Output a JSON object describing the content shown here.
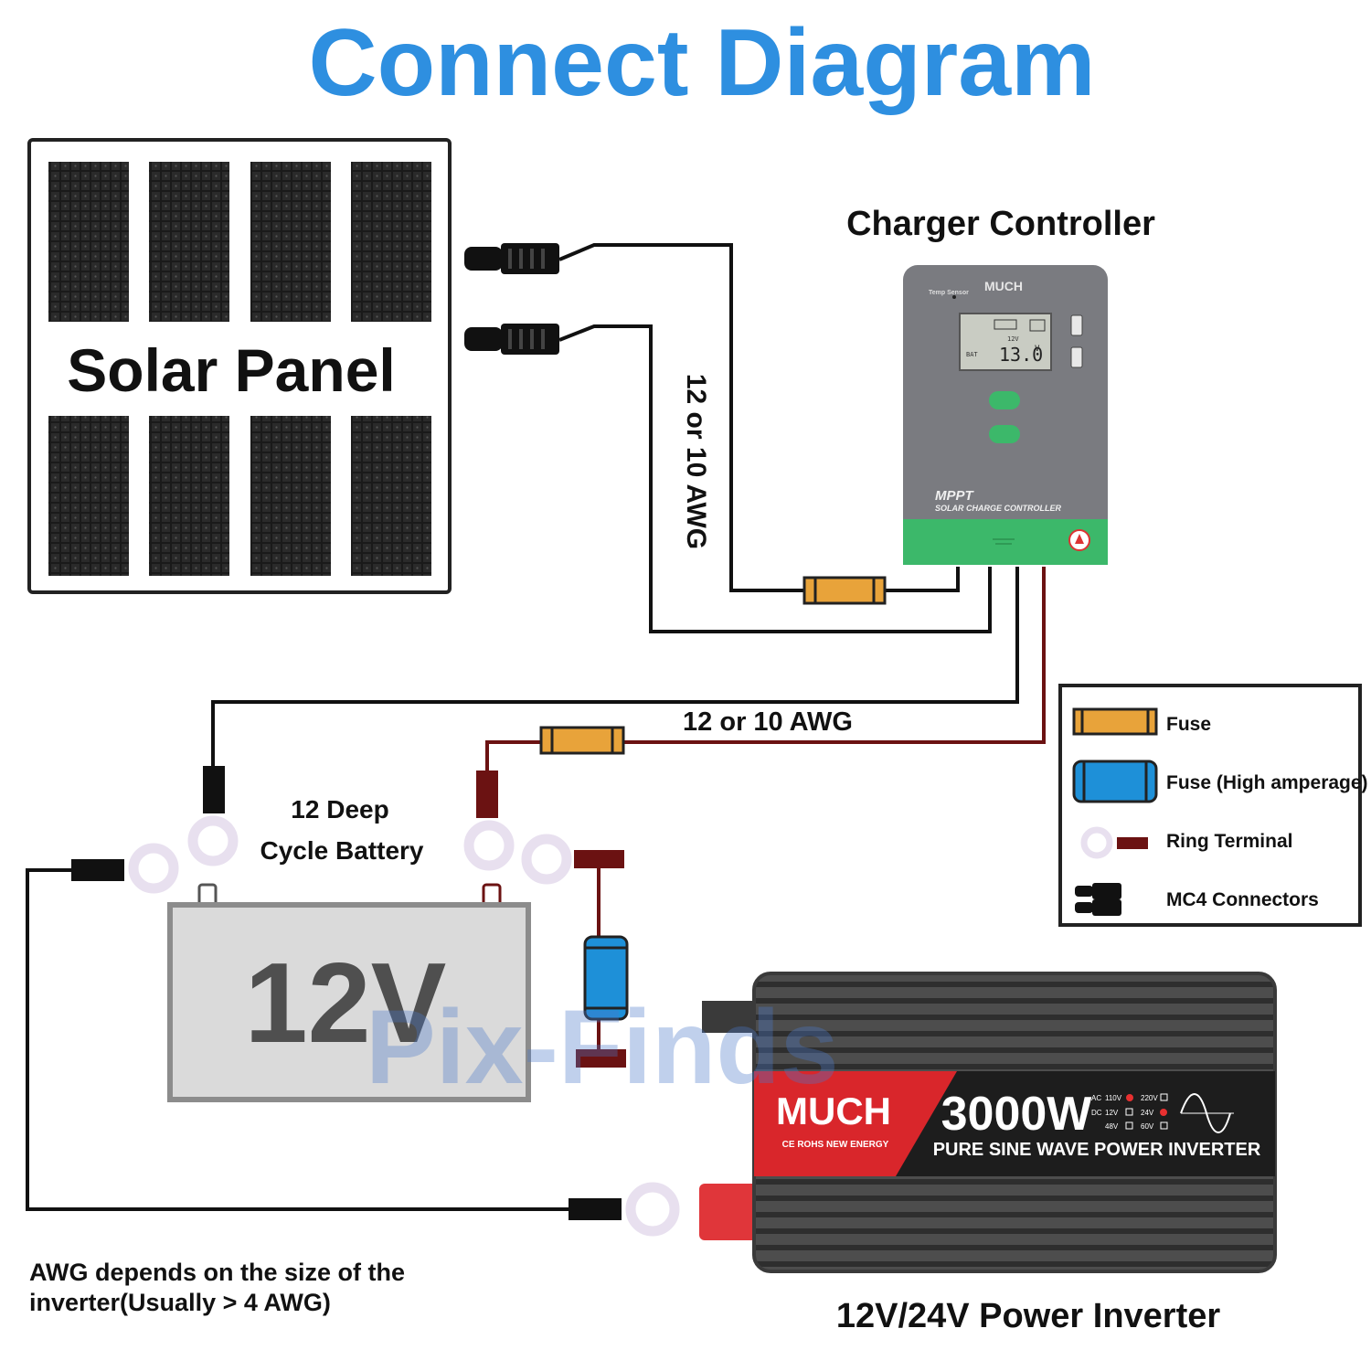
{
  "title": "Connect Diagram",
  "solar_panel": {
    "label": "Solar Panel"
  },
  "charger_controller": {
    "label": "Charger Controller",
    "brand": "MUCH",
    "temp_sensor": "Temp Sensor",
    "lcd_voltage": "13.0",
    "lcd_unit": "V",
    "lcd_batt_label": "BAT",
    "lcd_12v": "12V",
    "model": "MPPT",
    "model_sub": "SOLAR CHARGE CONTROLLER"
  },
  "wire_panel_label": "12 or 10 AWG",
  "wire_battery_label": "12 or 10 AWG",
  "battery": {
    "label_line1": "12 Deep",
    "label_line2": "Cycle Battery",
    "voltage": "12V"
  },
  "inverter": {
    "label": "12V/24V Power Inverter",
    "brand": "MUCH",
    "cert": "CE ROHS  NEW ENERGY",
    "power": "3000W",
    "desc": "PURE SINE WAVE POWER INVERTER",
    "ac_label": "AC",
    "dc_label": "DC",
    "ac_110": "110V",
    "ac_220": "220V",
    "dc_12": "12V",
    "dc_24": "24V",
    "dc_48": "48V",
    "dc_60": "60V"
  },
  "awg_note": {
    "line1": "AWG depends on the size of the",
    "line2": "inverter(Usually > 4 AWG)"
  },
  "legend": {
    "fuse": "Fuse",
    "fuse_high": "Fuse (High amperage)",
    "ring": "Ring Terminal",
    "mc4": "MC4 Connectors"
  },
  "watermark": "Pix-Finds",
  "colors": {
    "title": "#2e8fe0",
    "fuse": "#e8a33a",
    "fuse_high": "#1e90d8",
    "red_wire": "#6b1212",
    "controller_green": "#3cb86a",
    "inverter_red": "#d9262b"
  }
}
